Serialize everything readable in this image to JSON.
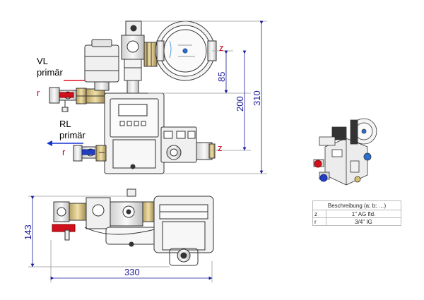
{
  "labels": {
    "vl": "VL",
    "vl_sub": "primär",
    "rl": "RL",
    "rl_sub": "primär",
    "port_r": "r",
    "port_z": "z"
  },
  "dimensions": {
    "d85": "85",
    "d200": "200",
    "d310": "310",
    "d143": "143",
    "d330": "330"
  },
  "legend": {
    "header": "Beschreibung (a; b; …)",
    "rows": [
      {
        "code": "z",
        "description": "1\" AG fld."
      },
      {
        "code": "r",
        "description": "3/4\" IG"
      }
    ]
  },
  "colors": {
    "dimension": "#1a1a9a",
    "port_label": "#c0001a",
    "supply_arrow": "#e01020",
    "return_arrow": "#1030d0",
    "valve_handle_red": "#d0101c",
    "valve_handle_blue": "#2040c0",
    "outline": "#333333",
    "body_fill": "#f2f2f2"
  },
  "icons": {
    "front_view": "pump-group-front-view",
    "top_view": "pump-group-top-view",
    "iso_view": "pump-group-3d-view",
    "pump_brand_mark": "pump-logo-icon"
  }
}
